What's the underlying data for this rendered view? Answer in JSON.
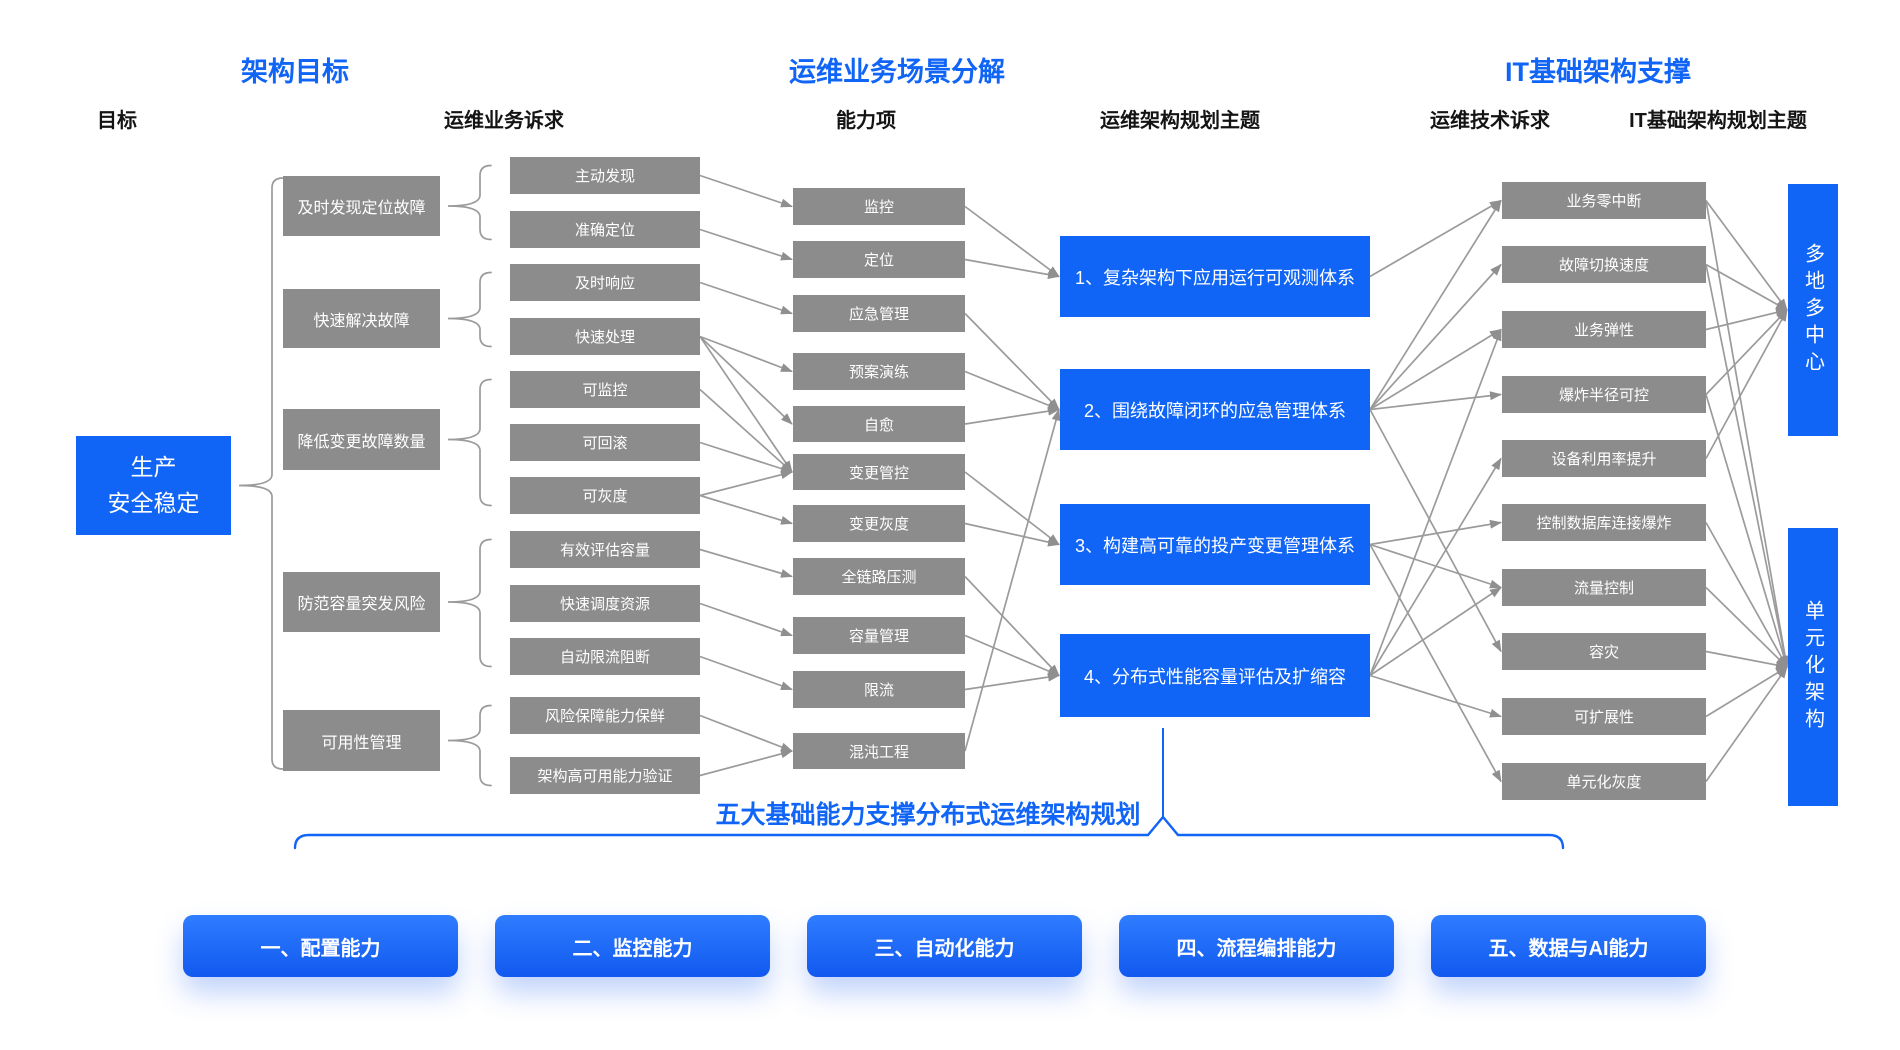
{
  "sections": [
    {
      "title": "架构目标"
    },
    {
      "title": "运维业务场景分解"
    },
    {
      "title": "IT基础架构支撑"
    }
  ],
  "column_labels": [
    "目标",
    "运维业务诉求",
    "能力项",
    "运维架构规划主题",
    "运维技术诉求",
    "IT基础架构规划主题"
  ],
  "colors": {
    "accent": "#1065f6",
    "box_gray": "#8c8c8c",
    "connector": "#9b9b9b"
  },
  "root": {
    "id": "root",
    "label": "生产\n安全稳定"
  },
  "goals": [
    {
      "id": "g1",
      "label": "及时发现定位故障"
    },
    {
      "id": "g2",
      "label": "快速解决故障"
    },
    {
      "id": "g3",
      "label": "降低变更故障数量"
    },
    {
      "id": "g4",
      "label": "防范容量突发风险"
    },
    {
      "id": "g5",
      "label": "可用性管理"
    }
  ],
  "demands": [
    {
      "id": "d1",
      "label": "主动发现"
    },
    {
      "id": "d2",
      "label": "准确定位"
    },
    {
      "id": "d3",
      "label": "及时响应"
    },
    {
      "id": "d4",
      "label": "快速处理"
    },
    {
      "id": "d5",
      "label": "可监控"
    },
    {
      "id": "d6",
      "label": "可回滚"
    },
    {
      "id": "d7",
      "label": "可灰度"
    },
    {
      "id": "d8",
      "label": "有效评估容量"
    },
    {
      "id": "d9",
      "label": "快速调度资源"
    },
    {
      "id": "d10",
      "label": "自动限流阻断"
    },
    {
      "id": "d11",
      "label": "风险保障能力保鲜"
    },
    {
      "id": "d12",
      "label": "架构高可用能力验证"
    }
  ],
  "capabilities": [
    {
      "id": "c1",
      "label": "监控"
    },
    {
      "id": "c2",
      "label": "定位"
    },
    {
      "id": "c3",
      "label": "应急管理"
    },
    {
      "id": "c4",
      "label": "预案演练"
    },
    {
      "id": "c5",
      "label": "自愈"
    },
    {
      "id": "c6",
      "label": "变更管控"
    },
    {
      "id": "c7",
      "label": "变更灰度"
    },
    {
      "id": "c8",
      "label": "全链路压测"
    },
    {
      "id": "c9",
      "label": "容量管理"
    },
    {
      "id": "c10",
      "label": "限流"
    },
    {
      "id": "c11",
      "label": "混沌工程"
    }
  ],
  "themes": [
    {
      "id": "t1",
      "label": "1、复杂架构下应用运行可观测体系"
    },
    {
      "id": "t2",
      "label": "2、围绕故障闭环的应急管理体系"
    },
    {
      "id": "t3",
      "label": "3、构建高可靠的投产变更管理体系"
    },
    {
      "id": "t4",
      "label": "4、分布式性能容量评估及扩缩容"
    }
  ],
  "tech_demands": [
    {
      "id": "td1",
      "label": "业务零中断"
    },
    {
      "id": "td2",
      "label": "故障切换速度"
    },
    {
      "id": "td3",
      "label": "业务弹性"
    },
    {
      "id": "td4",
      "label": "爆炸半径可控"
    },
    {
      "id": "td5",
      "label": "设备利用率提升"
    },
    {
      "id": "td6",
      "label": "控制数据库连接爆炸"
    },
    {
      "id": "td7",
      "label": "流量控制"
    },
    {
      "id": "td8",
      "label": "容灾"
    },
    {
      "id": "td9",
      "label": "可扩展性"
    },
    {
      "id": "td10",
      "label": "单元化灰度"
    }
  ],
  "infra_themes": [
    {
      "id": "it1",
      "label": "多地多中心"
    },
    {
      "id": "it2",
      "label": "单元化架构"
    }
  ],
  "bottom": {
    "caption": "五大基础能力支撑分布式运维架构规划",
    "buttons": [
      "一、配置能力",
      "二、监控能力",
      "三、自动化能力",
      "四、流程编排能力",
      "五、数据与AI能力"
    ]
  },
  "braces": [
    {
      "from": "root",
      "children": [
        "g1",
        "g2",
        "g3",
        "g4",
        "g5"
      ],
      "span": "outer"
    },
    {
      "from": "g1",
      "children": [
        "d1",
        "d2"
      ]
    },
    {
      "from": "g2",
      "children": [
        "d3",
        "d4"
      ]
    },
    {
      "from": "g3",
      "children": [
        "d5",
        "d6",
        "d7"
      ]
    },
    {
      "from": "g4",
      "children": [
        "d8",
        "d9",
        "d10"
      ]
    },
    {
      "from": "g5",
      "children": [
        "d11",
        "d12"
      ]
    }
  ],
  "edges": [
    [
      "d1",
      "c1"
    ],
    [
      "d2",
      "c2"
    ],
    [
      "d3",
      "c3"
    ],
    [
      "d4",
      "c4"
    ],
    [
      "d4",
      "c5"
    ],
    [
      "d4",
      "c6"
    ],
    [
      "d5",
      "c6"
    ],
    [
      "d6",
      "c6"
    ],
    [
      "d7",
      "c6"
    ],
    [
      "d7",
      "c7"
    ],
    [
      "d8",
      "c8"
    ],
    [
      "d9",
      "c9"
    ],
    [
      "d10",
      "c10"
    ],
    [
      "d11",
      "c11"
    ],
    [
      "d12",
      "c11"
    ],
    [
      "c1",
      "t1"
    ],
    [
      "c2",
      "t1"
    ],
    [
      "c3",
      "t2"
    ],
    [
      "c4",
      "t2"
    ],
    [
      "c5",
      "t2"
    ],
    [
      "c11",
      "t2"
    ],
    [
      "c6",
      "t3"
    ],
    [
      "c7",
      "t3"
    ],
    [
      "c8",
      "t4"
    ],
    [
      "c9",
      "t4"
    ],
    [
      "c10",
      "t4"
    ],
    [
      "t1",
      "td1"
    ],
    [
      "t2",
      "td1"
    ],
    [
      "t2",
      "td2"
    ],
    [
      "t2",
      "td3"
    ],
    [
      "t2",
      "td4"
    ],
    [
      "t2",
      "td8"
    ],
    [
      "t3",
      "td6"
    ],
    [
      "t3",
      "td7"
    ],
    [
      "t3",
      "td10"
    ],
    [
      "t4",
      "td3"
    ],
    [
      "t4",
      "td5"
    ],
    [
      "t4",
      "td7"
    ],
    [
      "t4",
      "td9"
    ],
    [
      "td1",
      "it1"
    ],
    [
      "td2",
      "it1"
    ],
    [
      "td3",
      "it1"
    ],
    [
      "td4",
      "it1"
    ],
    [
      "td5",
      "it1"
    ],
    [
      "td1",
      "it2"
    ],
    [
      "td2",
      "it2"
    ],
    [
      "td4",
      "it2"
    ],
    [
      "td6",
      "it2"
    ],
    [
      "td7",
      "it2"
    ],
    [
      "td8",
      "it2"
    ],
    [
      "td9",
      "it2"
    ],
    [
      "td10",
      "it2"
    ]
  ]
}
